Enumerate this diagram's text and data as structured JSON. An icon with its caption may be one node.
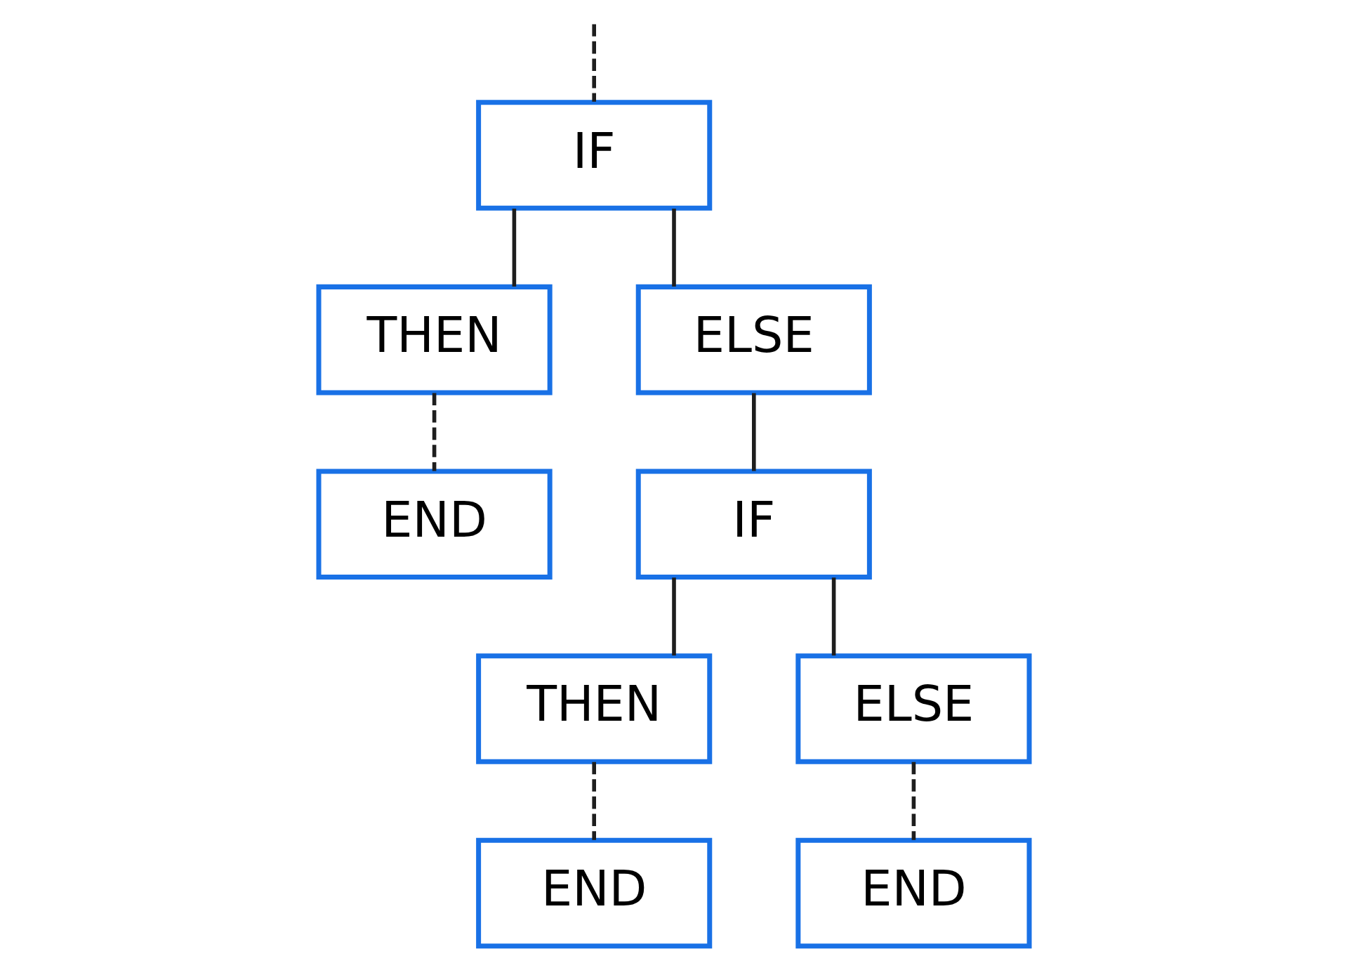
{
  "diagram": {
    "nodes": [
      {
        "text": [
          "IF"
        ]
      },
      {
        "text": [
          "THEN"
        ]
      },
      {
        "text": [
          "ELSE"
        ]
      },
      {
        "text": [
          "END"
        ]
      },
      {
        "text": [
          "IF"
        ]
      },
      {
        "text": [
          "THEN"
        ]
      },
      {
        "text": [
          "ELSE"
        ]
      },
      {
        "text": [
          "END"
        ]
      },
      {
        "text": [
          "END"
        ]
      }
    ],
    "edges": [
      {
        "from": null,
        "to": 0,
        "arrow": "none",
        "style": "dashed"
      },
      {
        "from": 0,
        "to": 1,
        "arrow": "none"
      },
      {
        "from": 0,
        "to": 2,
        "arrow": "none"
      },
      {
        "from": 1,
        "to": 3,
        "arrow": "none",
        "style": "dashed"
      },
      {
        "from": 2,
        "to": 4,
        "arrow": "none"
      },
      {
        "from": 4,
        "to": 5,
        "arrow": "none"
      },
      {
        "from": 4,
        "to": 6,
        "arrow": "none"
      },
      {
        "from": 5,
        "to": 7,
        "arrow": "none",
        "style": "dashed"
      },
      {
        "from": 6,
        "to": 8,
        "arrow": "none",
        "style": "dashed"
      }
    ]
  }
}
